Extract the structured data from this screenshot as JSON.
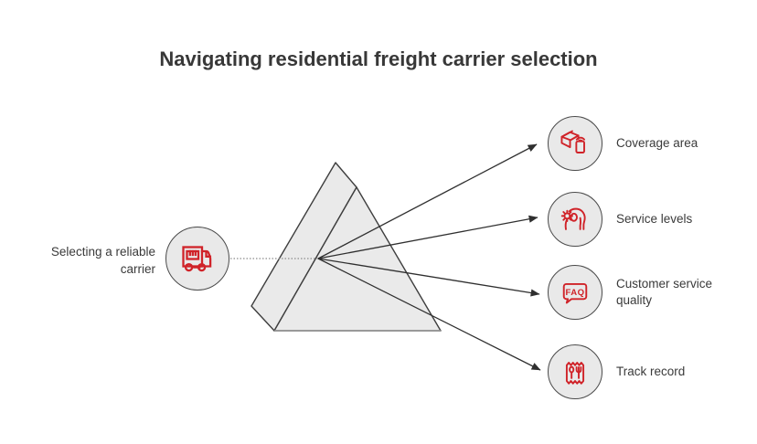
{
  "title": "Navigating residential freight carrier selection",
  "input_node": {
    "label": "Selecting a reliable carrier",
    "icon": "delivery-truck-icon"
  },
  "prism": {
    "shape": "triangular-prism",
    "connector_style": "dotted",
    "ray_count": 4
  },
  "output_nodes": [
    {
      "label": "Coverage area",
      "icon": "package-mobile-signal-icon"
    },
    {
      "label": "Service levels",
      "icon": "mind-gear-icon"
    },
    {
      "label": "Customer service quality",
      "icon": "faq-speech-bubble-icon",
      "icon_text": "FAQ"
    },
    {
      "label": "Track record",
      "icon": "receipt-cutlery-icon"
    }
  ],
  "colors": {
    "accent_red": "#d02329",
    "node_fill": "#e9e9e9",
    "node_border": "#4a4a4a",
    "prism_fill": "#eaeaea",
    "prism_stroke": "#3e3e3e",
    "ray_line": "#2f2f2f",
    "connector_gray": "#8c8c8c",
    "text": "#3a3a3a",
    "background": "#ffffff"
  }
}
